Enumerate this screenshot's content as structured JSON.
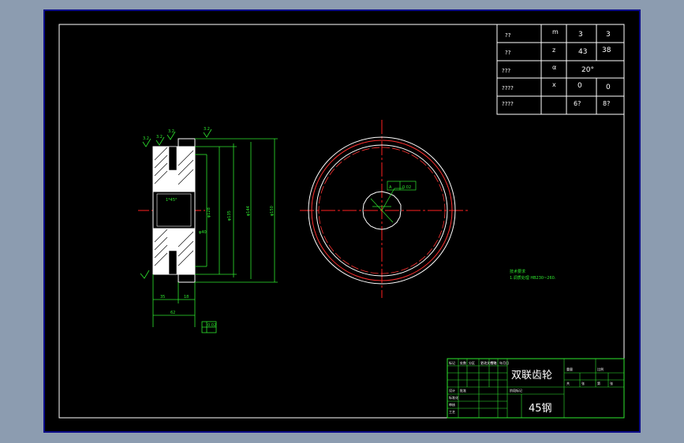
{
  "params_table": {
    "rows": [
      {
        "name": "??",
        "symbol": "m",
        "v1": "3",
        "v2": "3"
      },
      {
        "name": "??",
        "symbol": "z",
        "v1": "43",
        "v2": "38"
      },
      {
        "name": "???",
        "symbol": "α",
        "v1": "20°",
        "v2": ""
      },
      {
        "name": "????",
        "symbol": "x",
        "v1": "0",
        "v2": "0"
      },
      {
        "name": "????",
        "symbol": "",
        "v1": "6?",
        "v2": "8?"
      }
    ]
  },
  "title_block": {
    "part_name": "双联齿轮",
    "material": "45钢",
    "small_cells": [
      "标记",
      "处数",
      "分区",
      "更改文件号",
      "签名",
      "年月日",
      "设计",
      "标准化",
      "审核",
      "工艺",
      "批准",
      "阶段标记",
      "重量",
      "比例",
      "共",
      "张",
      "第",
      "张"
    ]
  },
  "annotations": {
    "roughness_1": "3.2",
    "roughness_2": "3.2",
    "roughness_3": "3.2",
    "roughness_4": "3.2",
    "dim_bore": "φ40",
    "dim_1": "φ128",
    "dim_2": "φ135",
    "dim_3": "φ144",
    "dim_4": "φ150",
    "dim_w1": "35",
    "dim_w2": "18",
    "dim_total": "62",
    "tolerance": "0.02",
    "keyway": "1*45°",
    "tech_req_title": "技术要求",
    "tech_req_body": "1.调质处理 HB230~260.",
    "front_callout_1": "A",
    "front_callout_2": "0.02"
  },
  "colors": {
    "background": "#000000",
    "frame": "#ffffff",
    "dimension": "#2ee62e",
    "centerline": "#ff2020",
    "outline": "#ffffff",
    "border_blue": "#0b0b88"
  }
}
